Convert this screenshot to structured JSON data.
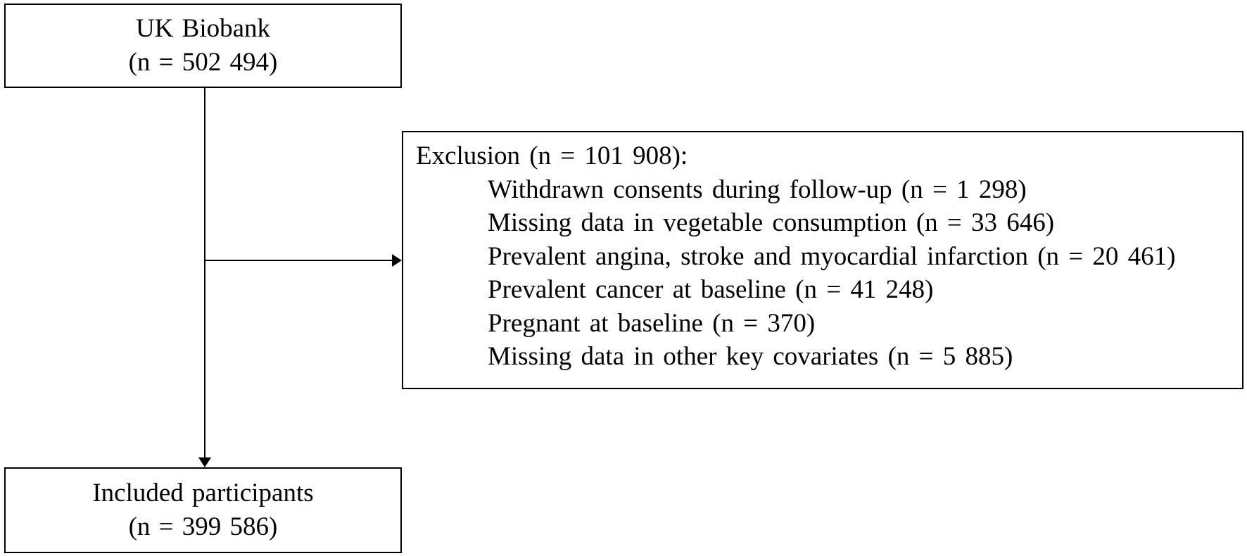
{
  "top_box": {
    "line1": "UK Biobank",
    "line2": "(n = 502 494)"
  },
  "exclusion_box": {
    "heading": "Exclusion (n = 101 908):",
    "items": [
      "Withdrawn consents during follow-up (n = 1 298)",
      "Missing data in vegetable consumption (n = 33 646)",
      "Prevalent angina, stroke and myocardial infarction (n = 20 461)",
      "Prevalent cancer at baseline (n = 41 248)",
      "Pregnant at baseline (n = 370)",
      "Missing data in other key covariates (n = 5 885)"
    ]
  },
  "bottom_box": {
    "line1": "Included participants",
    "line2": "(n = 399 586)"
  },
  "colors": {
    "line": "#000000",
    "background": "#ffffff",
    "text": "#000000"
  }
}
